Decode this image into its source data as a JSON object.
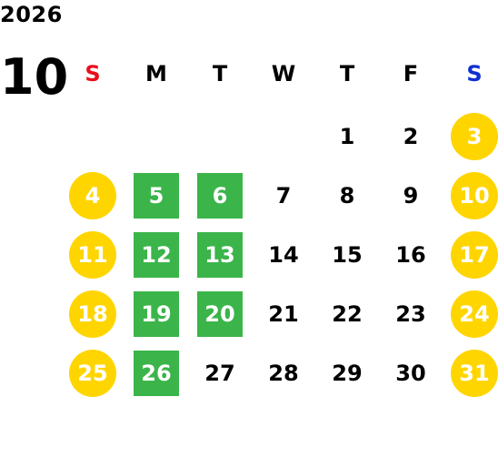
{
  "calendar": {
    "year": "2026",
    "month": "10",
    "weekdays": [
      {
        "label": "S",
        "color": "#E8101A"
      },
      {
        "label": "M",
        "color": "#000000"
      },
      {
        "label": "T",
        "color": "#000000"
      },
      {
        "label": "W",
        "color": "#000000"
      },
      {
        "label": "T",
        "color": "#000000"
      },
      {
        "label": "F",
        "color": "#000000"
      },
      {
        "label": "S",
        "color": "#1030D0"
      }
    ],
    "weeks": [
      [
        null,
        null,
        null,
        null,
        {
          "day": "1",
          "style": "plain"
        },
        {
          "day": "2",
          "style": "plain"
        },
        {
          "day": "3",
          "style": "circle"
        }
      ],
      [
        {
          "day": "4",
          "style": "circle"
        },
        {
          "day": "5",
          "style": "square"
        },
        {
          "day": "6",
          "style": "square"
        },
        {
          "day": "7",
          "style": "plain"
        },
        {
          "day": "8",
          "style": "plain"
        },
        {
          "day": "9",
          "style": "plain"
        },
        {
          "day": "10",
          "style": "circle"
        }
      ],
      [
        {
          "day": "11",
          "style": "circle"
        },
        {
          "day": "12",
          "style": "square"
        },
        {
          "day": "13",
          "style": "square"
        },
        {
          "day": "14",
          "style": "plain"
        },
        {
          "day": "15",
          "style": "plain"
        },
        {
          "day": "16",
          "style": "plain"
        },
        {
          "day": "17",
          "style": "circle"
        }
      ],
      [
        {
          "day": "18",
          "style": "circle"
        },
        {
          "day": "19",
          "style": "square"
        },
        {
          "day": "20",
          "style": "square"
        },
        {
          "day": "21",
          "style": "plain"
        },
        {
          "day": "22",
          "style": "plain"
        },
        {
          "day": "23",
          "style": "plain"
        },
        {
          "day": "24",
          "style": "circle"
        }
      ],
      [
        {
          "day": "25",
          "style": "circle"
        },
        {
          "day": "26",
          "style": "square"
        },
        {
          "day": "27",
          "style": "plain"
        },
        {
          "day": "28",
          "style": "plain"
        },
        {
          "day": "29",
          "style": "plain"
        },
        {
          "day": "30",
          "style": "plain"
        },
        {
          "day": "31",
          "style": "circle"
        }
      ]
    ],
    "colors": {
      "holiday_circle": "#FFD500",
      "highlight_square": "#3BB54A",
      "sunday": "#E8101A",
      "saturday": "#1030D0"
    }
  }
}
